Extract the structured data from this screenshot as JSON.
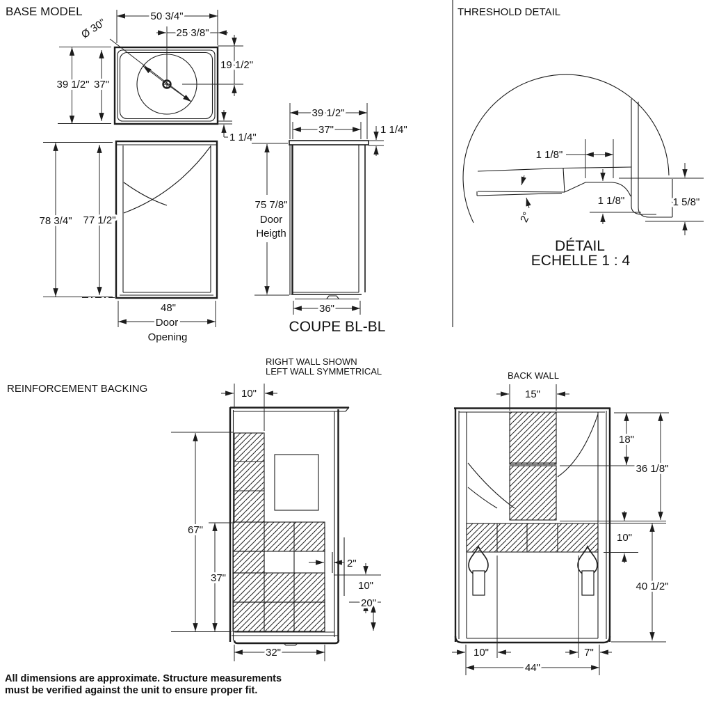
{
  "titles": {
    "base_model": "BASE MODEL",
    "threshold_detail": "THRESHOLD DETAIL",
    "reinforcement_backing": "REINFORCEMENT BACKING"
  },
  "top_view": {
    "w_overall": "50 3/4\"",
    "w_center": "25 3/8\"",
    "drain_dia": "Ø 30\"",
    "d_overall": "39 1/2\"",
    "d_inner": "37\"",
    "drain_back": "19 1/2\"",
    "rim": "1 1/4\""
  },
  "front_view": {
    "h_overall": "78 3/4\"",
    "h_inner": "77 1/2\"",
    "door_w": "48\"",
    "door_word": "Door",
    "opening_word": "Opening"
  },
  "section_view": {
    "title": "COUPE BL-BL",
    "d_overall": "39 1/2\"",
    "d_inner": "37\"",
    "rim": "1 1/4\"",
    "door_h": "75 7/8\"",
    "door_word": "Door",
    "height_word": "Heigth",
    "base_w": "36\""
  },
  "threshold": {
    "w": "1 1/8\"",
    "h_inner": "1 1/8\"",
    "h_outer": "1 5/8\"",
    "slope": "2°",
    "detail": "DÉTAIL",
    "scale": "ECHELLE 1 : 4"
  },
  "right_wall": {
    "note1": "RIGHT WALL SHOWN",
    "note2": "LEFT WALL SYMMETRICAL",
    "top_w": "10\"",
    "h_total": "67\"",
    "h_lower": "37\"",
    "gap": "2\"",
    "row": "10\"",
    "lower": "20\"",
    "bottom_w": "32\""
  },
  "back_wall": {
    "title": "BACK WALL",
    "top_w": "15\"",
    "upper": "18\"",
    "col": "36 1/8\"",
    "band": "10\"",
    "lower": "40 1/2\"",
    "off_l": "10\"",
    "off_r": "7\"",
    "bottom_w": "44\""
  },
  "footer": {
    "line1": "All dimensions are approximate. Structure measurements",
    "line2": "must be verified against the unit to ensure proper fit."
  }
}
